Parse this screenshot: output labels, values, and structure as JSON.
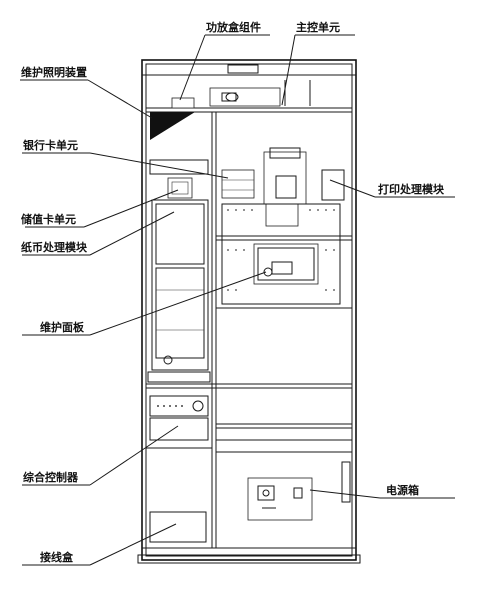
{
  "labels": {
    "power_amp": "功放盒组件",
    "main_control": "主控单元",
    "maintenance_light": "维护照明装置",
    "bank_card": "银行卡单元",
    "print_module": "打印处理模块",
    "stored_value_card": "储值卡单元",
    "banknote_module": "纸币处理模块",
    "maintenance_panel": "维护面板",
    "integrated_controller": "综合控制器",
    "power_box": "电源箱",
    "junction_box": "接线盒"
  }
}
